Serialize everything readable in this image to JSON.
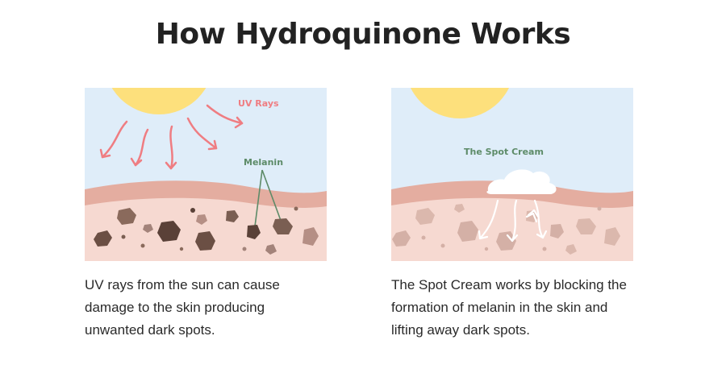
{
  "title": "How Hydroquinone Works",
  "colors": {
    "sky": "#dfedf9",
    "sun": "#fde07c",
    "skin_top": "#e4ada0",
    "skin_body": "#f6d9d1",
    "ray": "#ef7d82",
    "melanin_label": "#5d8b68",
    "dark_spot": "#5a4138",
    "medium_spot": "#8a6a5c",
    "light_spot": "#b58f85",
    "faded_spot": "#dbb8ad",
    "cream": "#ffffff"
  },
  "left_panel": {
    "rays_label": "UV Rays",
    "melanin_label": "Melanin",
    "caption": "UV rays from the sun can cause damage to the skin producing unwanted dark spots."
  },
  "right_panel": {
    "cream_label": "The Spot Cream",
    "caption": "The Spot Cream works by blocking the formation of melanin in the skin and lifting away dark spots."
  }
}
